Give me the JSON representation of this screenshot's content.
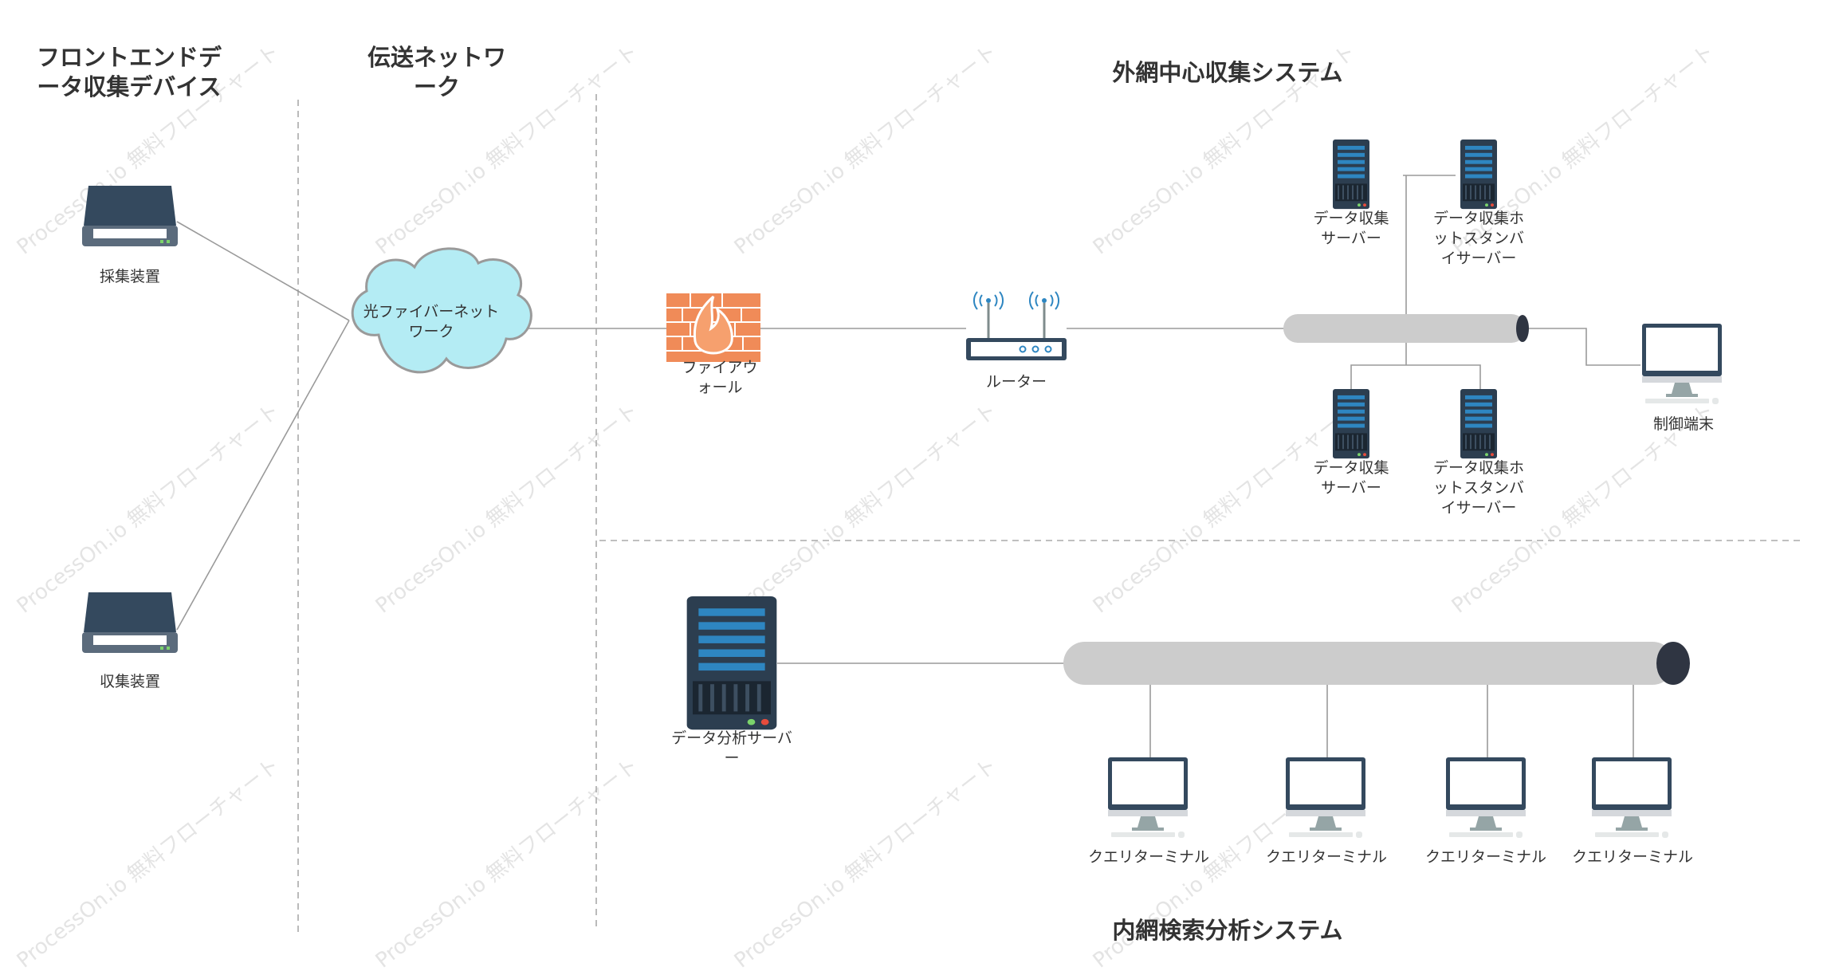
{
  "watermark": "ProcessOn.io 無料フローチャート",
  "sections": {
    "frontend": [
      "フロントエンドデ",
      "ータ収集デバイス"
    ],
    "transport": [
      "伝送ネットワ",
      "ーク"
    ],
    "external": "外網中心収集システム",
    "internal": "内網検索分析システム"
  },
  "nodes": {
    "collector1": "採集装置",
    "collector2": "収集装置",
    "cloud": [
      "光ファイバーネット",
      "ワーク"
    ],
    "firewall": [
      "ファイアウ",
      "ォール"
    ],
    "router": "ルーター",
    "server_top": [
      "データ収集",
      "サーバー"
    ],
    "standby_top": [
      "データ収集ホ",
      "ットスタンバ",
      "イサーバー"
    ],
    "server_bottom": [
      "データ収集",
      "サーバー"
    ],
    "standby_bottom": [
      "データ収集ホ",
      "ットスタンバ",
      "イサーバー"
    ],
    "control": "制御端末",
    "analysis": [
      "データ分析サーバ",
      "ー"
    ],
    "terminals": [
      "クエリターミナル",
      "クエリターミナル",
      "クエリターミナル",
      "クエリターミナル"
    ]
  },
  "colors": {
    "device_dark": "#34495e",
    "cloud_fill": "#b4ecf4",
    "firewall": "#f08b58",
    "bus": "#cccccc",
    "bus_cap": "#2f3542",
    "server_blue": "#2e86c1"
  }
}
